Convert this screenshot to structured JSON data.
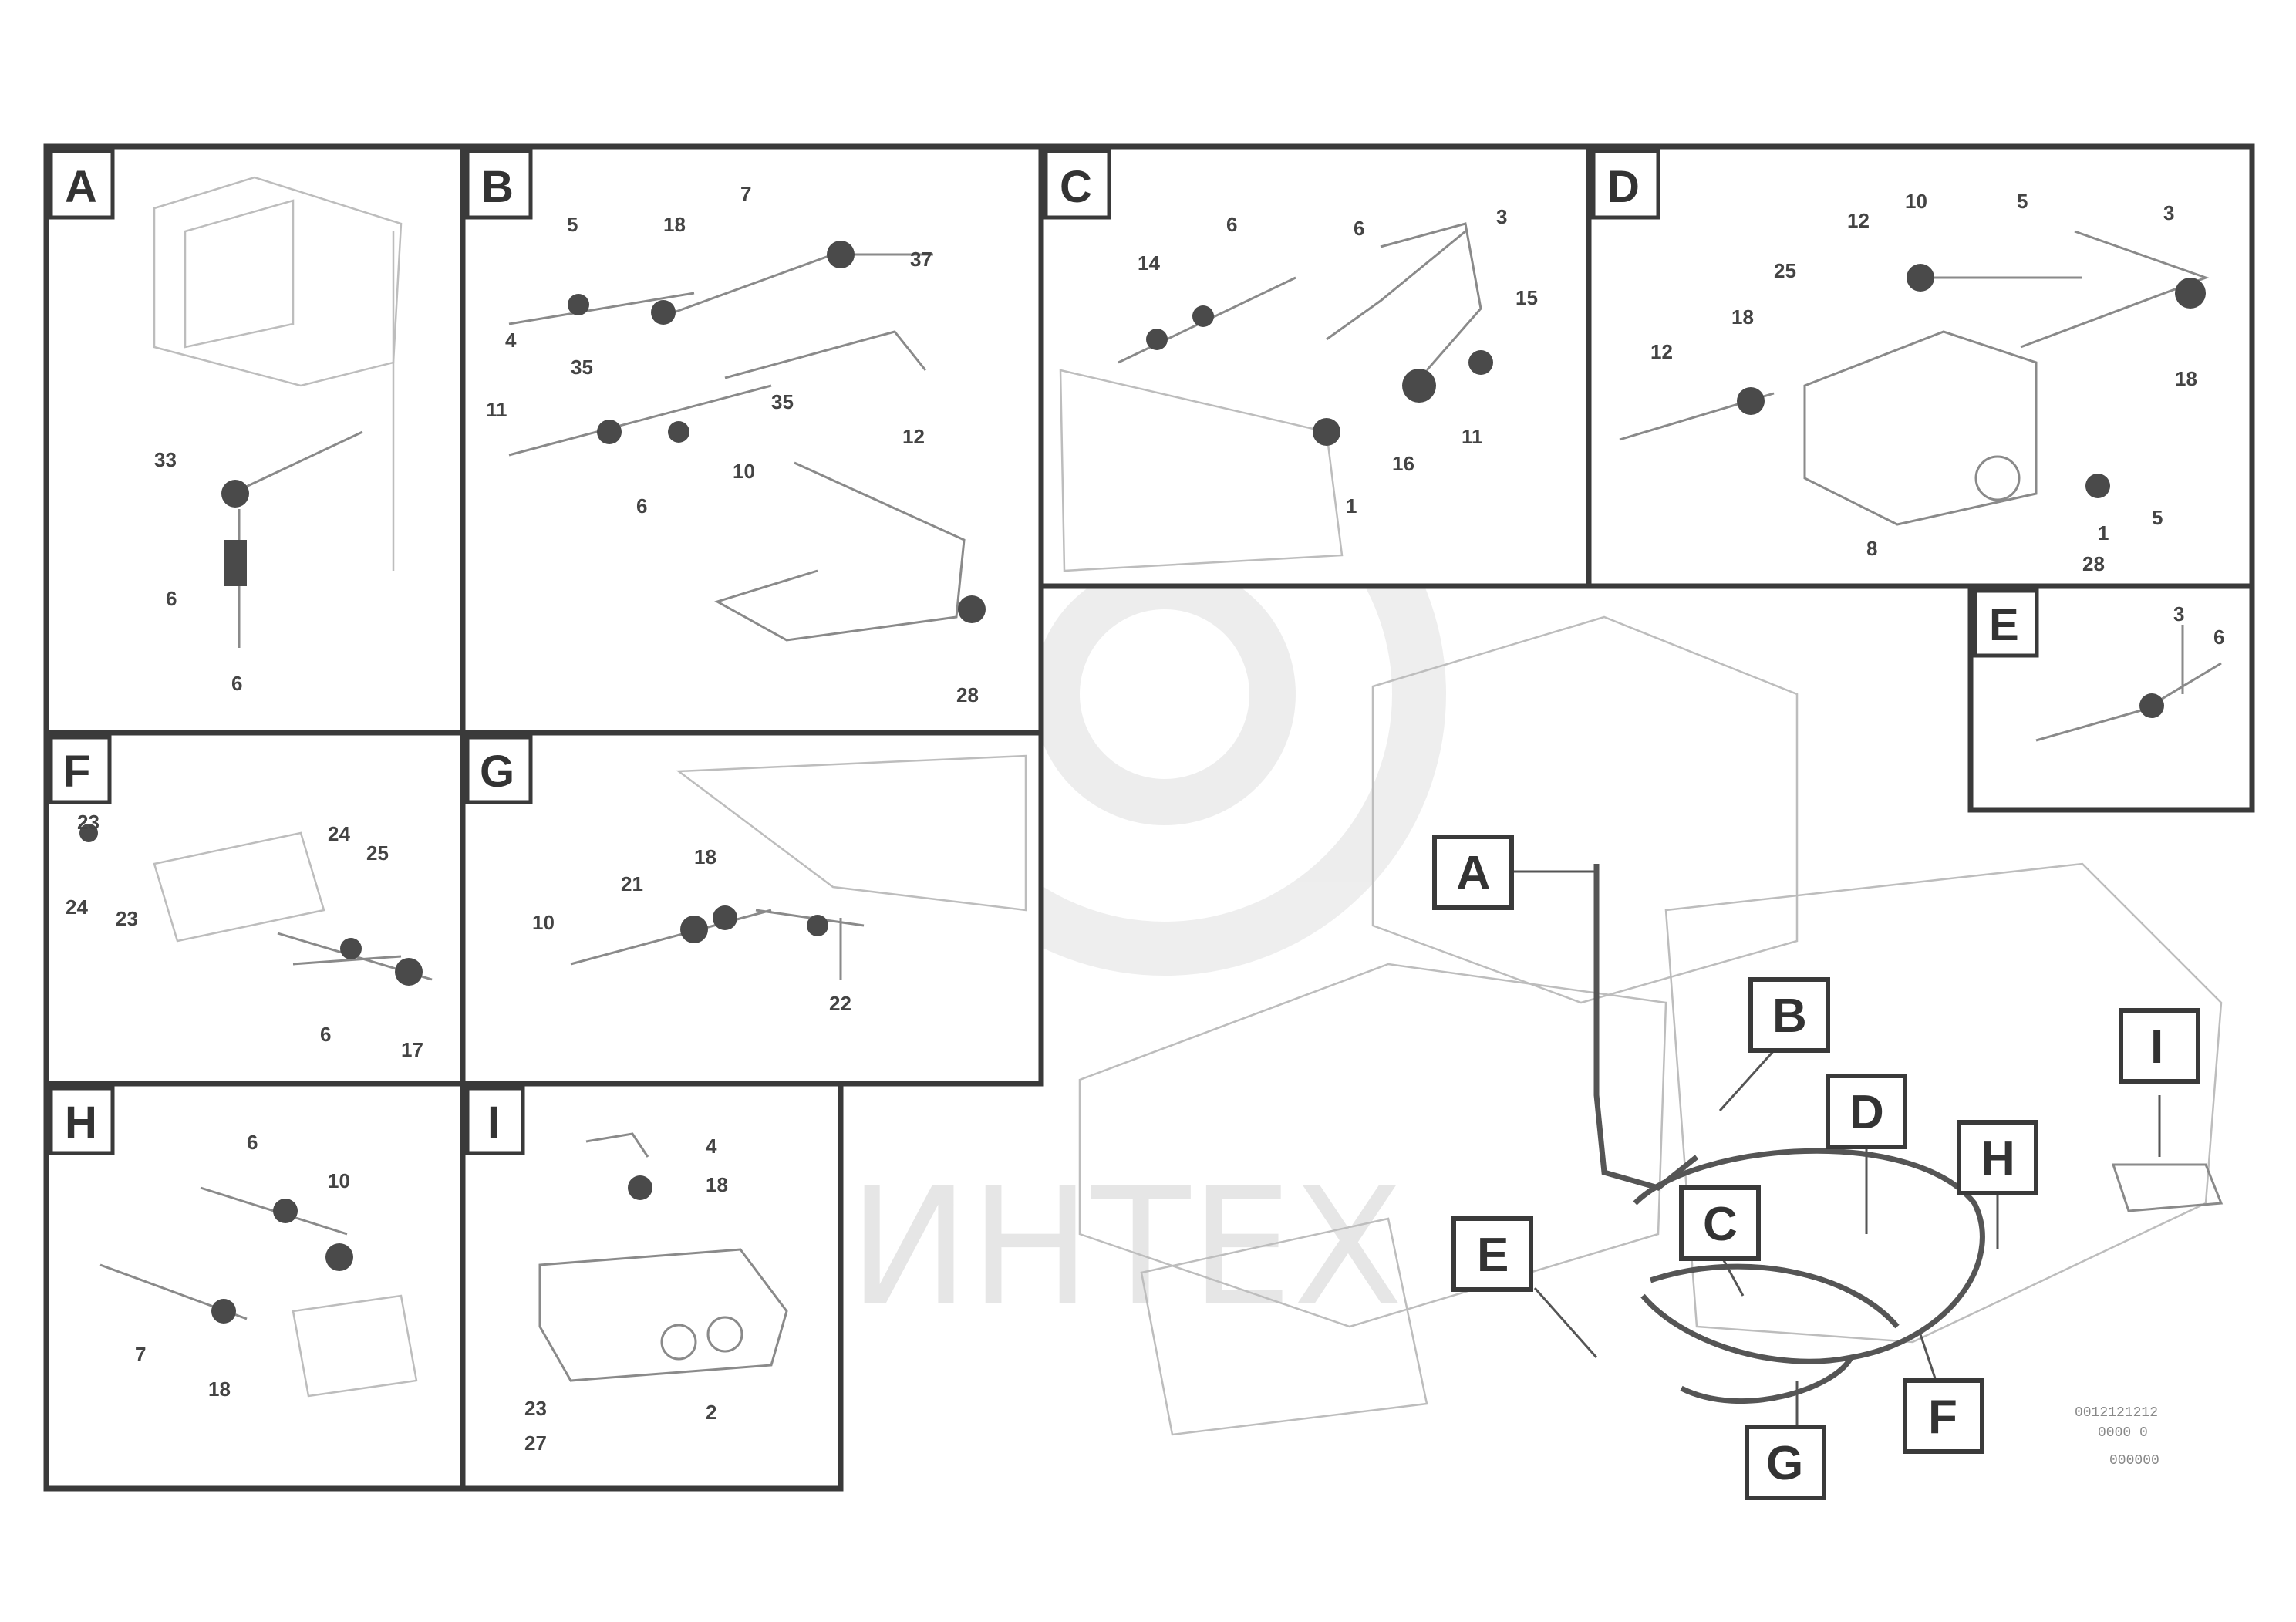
{
  "diagram": {
    "panels": [
      {
        "label": "A",
        "callouts": [
          "33",
          "6",
          "6"
        ]
      },
      {
        "label": "B",
        "callouts": [
          "5",
          "18",
          "7",
          "37",
          "4",
          "35",
          "35",
          "11",
          "10",
          "6",
          "12",
          "28"
        ]
      },
      {
        "label": "C",
        "callouts": [
          "14",
          "6",
          "6",
          "3",
          "15",
          "11",
          "16",
          "1"
        ]
      },
      {
        "label": "D",
        "callouts": [
          "12",
          "10",
          "5",
          "3",
          "25",
          "18",
          "12",
          "18",
          "8",
          "1",
          "28",
          "5"
        ]
      },
      {
        "label": "E",
        "callouts": [
          "3",
          "6"
        ]
      },
      {
        "label": "F",
        "callouts": [
          "23",
          "24",
          "23",
          "24",
          "25",
          "6",
          "17"
        ]
      },
      {
        "label": "G",
        "callouts": [
          "18",
          "21",
          "10",
          "22"
        ]
      },
      {
        "label": "H",
        "callouts": [
          "6",
          "10",
          "7",
          "18"
        ]
      },
      {
        "label": "I",
        "callouts": [
          "4",
          "18",
          "23",
          "27",
          "2"
        ]
      }
    ],
    "overview_callouts": [
      "A",
      "B",
      "C",
      "D",
      "E",
      "F",
      "G",
      "H",
      "I"
    ],
    "watermark": "ИНТЕХ",
    "reference": [
      "0012121212",
      "0000 0",
      "000000"
    ]
  }
}
